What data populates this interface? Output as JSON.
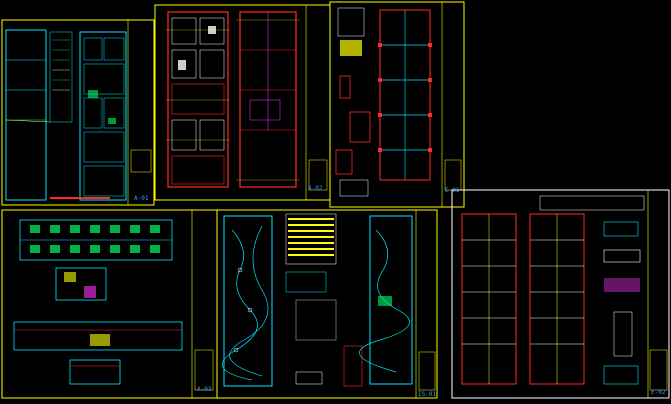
{
  "sheets": [
    {
      "id": "sheet-1",
      "label": "A-01"
    },
    {
      "id": "sheet-2",
      "label": "A-02"
    },
    {
      "id": "sheet-3",
      "label": "E-01"
    },
    {
      "id": "sheet-4",
      "label": ""
    },
    {
      "id": "sheet-5",
      "label": "A-03"
    },
    {
      "id": "sheet-6",
      "label": "IS-01"
    },
    {
      "id": "sheet-7",
      "label": "E-02"
    }
  ],
  "colors": {
    "background": "#000000",
    "border": "#ffff00",
    "wall": "#00e5ff",
    "structure": "#ff2a2a",
    "accent": "#ff33ff",
    "label": "#2aa0ff"
  }
}
